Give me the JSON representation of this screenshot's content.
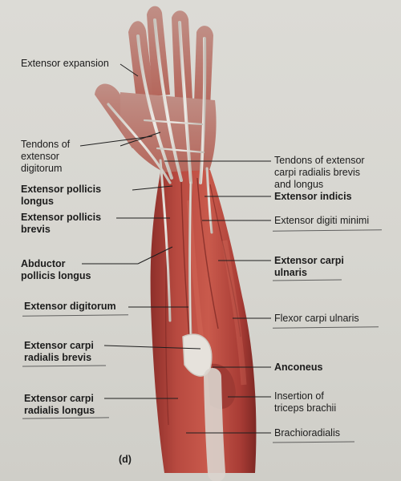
{
  "figure": {
    "panel_letter": "(d)",
    "labels": {
      "extensor_expansion": "Extensor expansion",
      "tendons_extensor_digitorum": "Tendons of\nextensor\ndigitorum",
      "extensor_pollicis_longus": "Extensor pollicis\nlongus",
      "extensor_pollicis_brevis": "Extensor pollicis\nbrevis",
      "abductor_pollicis_longus": "Abductor\npollicis longus",
      "extensor_digitorum": "Extensor digitorum",
      "extensor_carpi_radialis_brevis": "Extensor carpi\nradialis brevis",
      "extensor_carpi_radialis_longus": "Extensor carpi\nradialis longus",
      "tendons_extensor_carpi_radialis": "Tendons of extensor\ncarpi radialis brevis\nand longus",
      "extensor_indicis": "Extensor indicis",
      "extensor_digiti_minimi": "Extensor digiti minimi",
      "extensor_carpi_ulnaris": "Extensor carpi\nulnaris",
      "flexor_carpi_ulnaris": "Flexor carpi ulnaris",
      "anconeus": "Anconeus",
      "insertion_triceps": "Insertion of\ntriceps brachii",
      "brachioradialis": "Brachioradialis"
    },
    "colors": {
      "muscle": "#b5463e",
      "tendon": "#d7d3cc",
      "skin": "#c98a72"
    }
  }
}
